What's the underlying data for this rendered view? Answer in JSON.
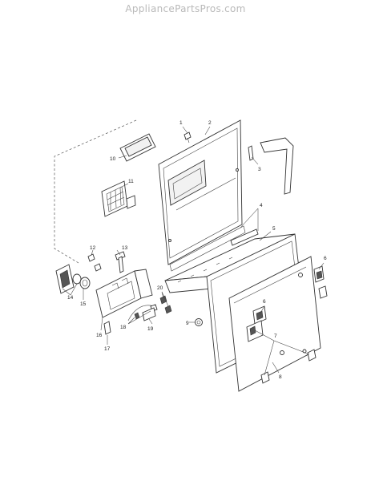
{
  "watermark": "AppliancePartsPros.com",
  "callouts": {
    "c1": "1",
    "c2": "2",
    "c3": "3",
    "c4": "4",
    "c5": "5",
    "c6": "6",
    "c6b": "6",
    "c7": "7",
    "c8": "8",
    "c9": "9",
    "c10": "10",
    "c11": "11",
    "c12": "12",
    "c13": "13",
    "c14": "14",
    "c15": "15",
    "c16": "16",
    "c17": "17",
    "c18": "18",
    "c19": "19",
    "c20": "20"
  }
}
